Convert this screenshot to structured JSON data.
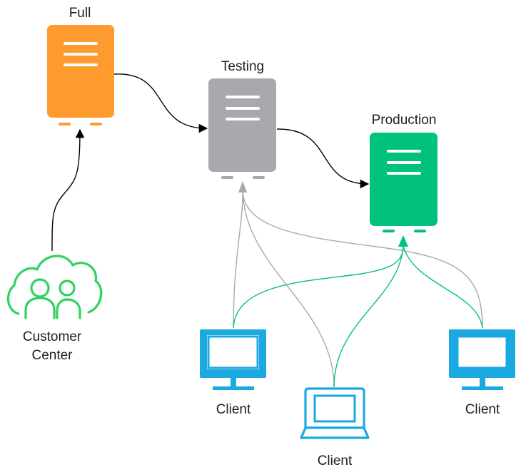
{
  "colors": {
    "full": "#FF9B2E",
    "testing": "#A7A9AC",
    "production": "#00C27A",
    "client": "#1BA9E1",
    "customer_center": "#2ED35F",
    "arrow": "#000000",
    "gray_link": "#A7A9AC",
    "green_link": "#00C27A"
  },
  "servers": {
    "full": {
      "label": "Full",
      "icon": "server-icon"
    },
    "testing": {
      "label": "Testing",
      "icon": "server-icon"
    },
    "production": {
      "label": "Production",
      "icon": "server-icon"
    }
  },
  "customer_center": {
    "label_line1": "Customer",
    "label_line2": "Center",
    "icon": "cloud-users-icon"
  },
  "clients": [
    {
      "label": "Client",
      "icon": "monitor-icon"
    },
    {
      "label": "Client",
      "icon": "laptop-icon"
    },
    {
      "label": "Client",
      "icon": "monitor-icon"
    }
  ]
}
